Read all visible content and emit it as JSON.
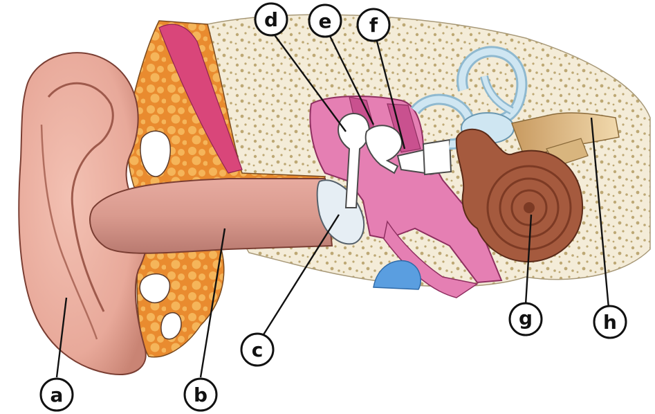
{
  "labels": {
    "a": "a",
    "b": "b",
    "c": "c",
    "d": "d",
    "e": "e",
    "f": "f",
    "g": "g",
    "h": "h"
  },
  "colors": {
    "skin": "#e8a99a",
    "skin_dark": "#c98474",
    "canal": "#d99a8e",
    "fat": "#e98b2f",
    "fat_light": "#f5b55a",
    "bone": "#f4ecd8",
    "bone_dots": "#bda874",
    "cavity": "#e57fb3",
    "cavity_dark": "#c9518f",
    "ossicles": "#ffffff",
    "eardrum": "#e6eef4",
    "semicircular": "#cfe6f2",
    "cochlea": "#a55a3e",
    "cochlea_dark": "#7c3a24",
    "nerve": "#d8b57e",
    "eustachian_blue": "#5a9ee0",
    "muscle": "#d9467a"
  }
}
